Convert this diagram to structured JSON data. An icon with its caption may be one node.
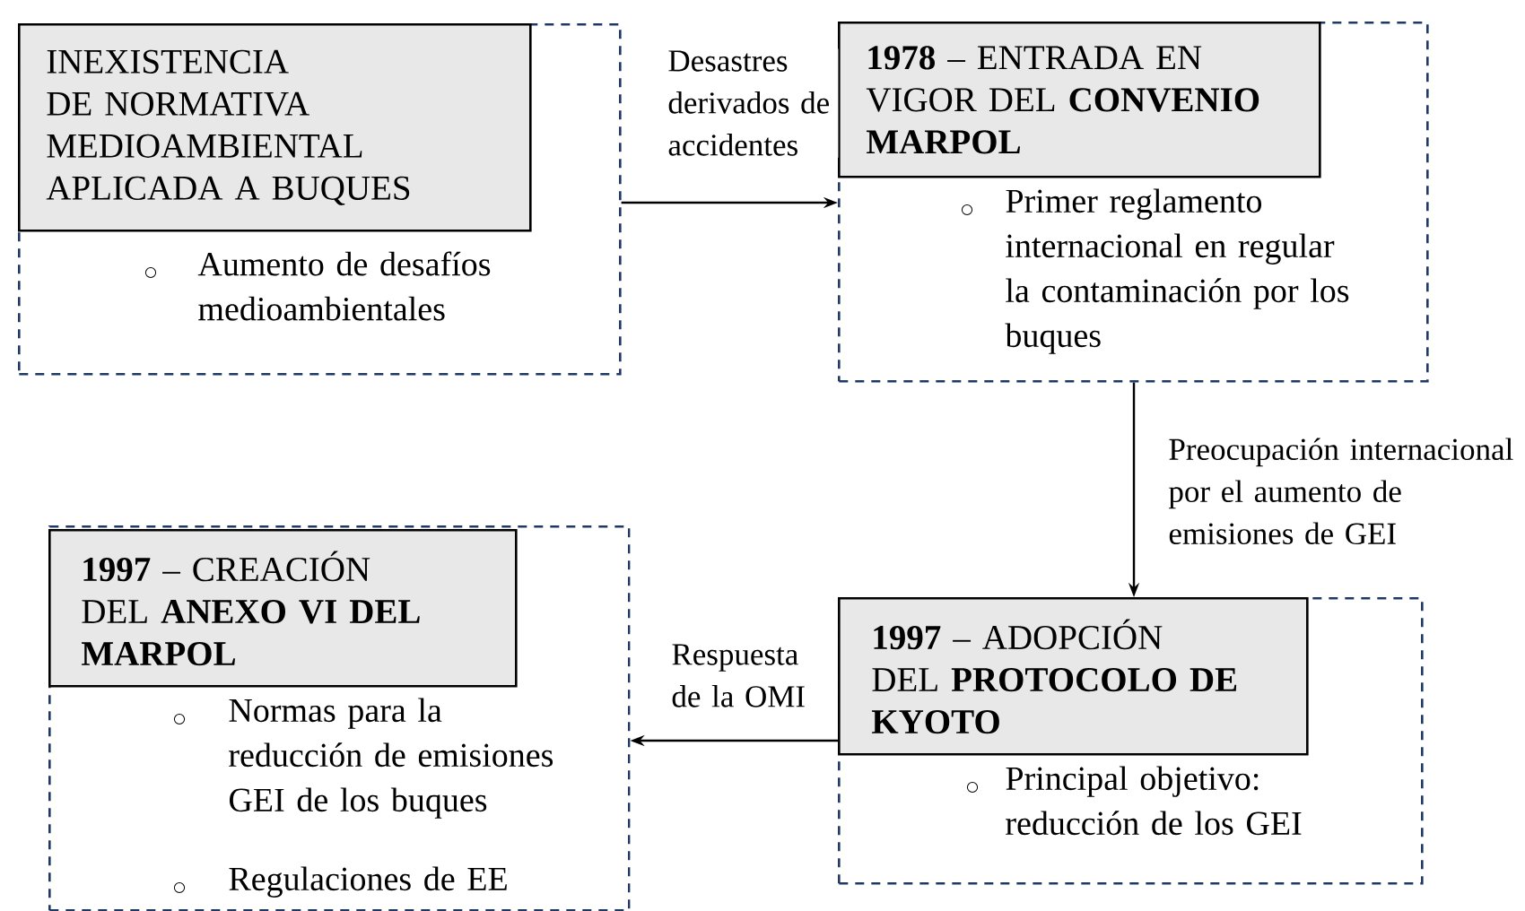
{
  "diagram": {
    "nodes": [
      {
        "text": [
          "Aumento de desafíos medioambientales"
        ]
      },
      {
        "text": [
          "INEXISTENCIA DE NORMATIVA MEDIOAMBIENTAL APLICADA A BUQUES"
        ],
        "in": 0
      },
      {
        "text": [
          "Primer reglamento internacional en regular la contaminación por los buques"
        ]
      },
      {
        "text": [
          "**1978** – ENTRADA EN VIGOR DEL **CONVENIO MARPOL**"
        ],
        "in": 2
      },
      {
        "text": [
          "Normas para la reducción de emisiones GEI de los buques",
          "Regulaciones de EE"
        ]
      },
      {
        "text": [
          "**1997** – CREACIÓN DEL **ANEXO VI DEL MARPOL**"
        ],
        "in": 4
      },
      {
        "text": [
          "Principal objetivo: reducción de los GEI"
        ]
      },
      {
        "text": [
          "**1997** – ADOPCIÓN DEL **PROTOCOLO DE KYOTO**"
        ],
        "in": 6
      }
    ],
    "edges": [
      {
        "from": 0,
        "to": 2,
        "arrow": "to",
        "label": "Desastres derivados de accidentes"
      },
      {
        "from": 2,
        "to": 6,
        "arrow": "to",
        "label": "Preocupación internacional por el aumento de emisiones de GEI"
      },
      {
        "from": 6,
        "to": 4,
        "arrow": "to",
        "label": "Respuesta de la OMI"
      }
    ]
  }
}
